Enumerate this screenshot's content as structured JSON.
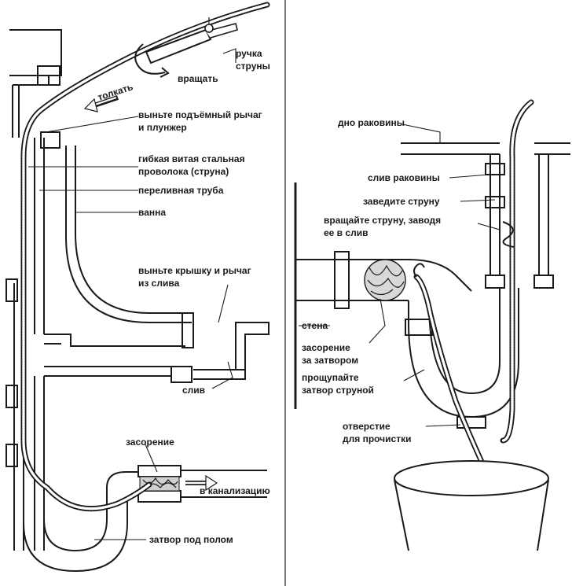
{
  "left": {
    "labels": {
      "handle": [
        "ручка",
        "струны"
      ],
      "rotate": "вращать",
      "push": "толкать",
      "remove_lever": [
        "выньте подъёмный рычаг",
        "и плунжер"
      ],
      "flexible_wire": [
        "гибкая витая стальная",
        "проволока (струна)"
      ],
      "overflow_pipe": "переливная труба",
      "bathtub": "ванна",
      "remove_cap": [
        "выньте крышку и рычаг",
        "из слива"
      ],
      "drain": "слив",
      "clog": "засорение",
      "to_sewer": "в канализацию",
      "floor_trap": "затвор под полом"
    }
  },
  "right": {
    "labels": {
      "sink_bottom": "дно раковины",
      "sink_drain": "слив раковины",
      "insert_cable": "заведите струну",
      "rotate_cable": [
        "вращайте струну, заводя",
        "ее в слив"
      ],
      "wall": "стена",
      "clog_behind": [
        "засорение",
        "за затвором"
      ],
      "probe_trap": [
        "прощупайте",
        "затвор струной"
      ],
      "cleanout": [
        "отверстие",
        "для прочистки"
      ]
    }
  }
}
